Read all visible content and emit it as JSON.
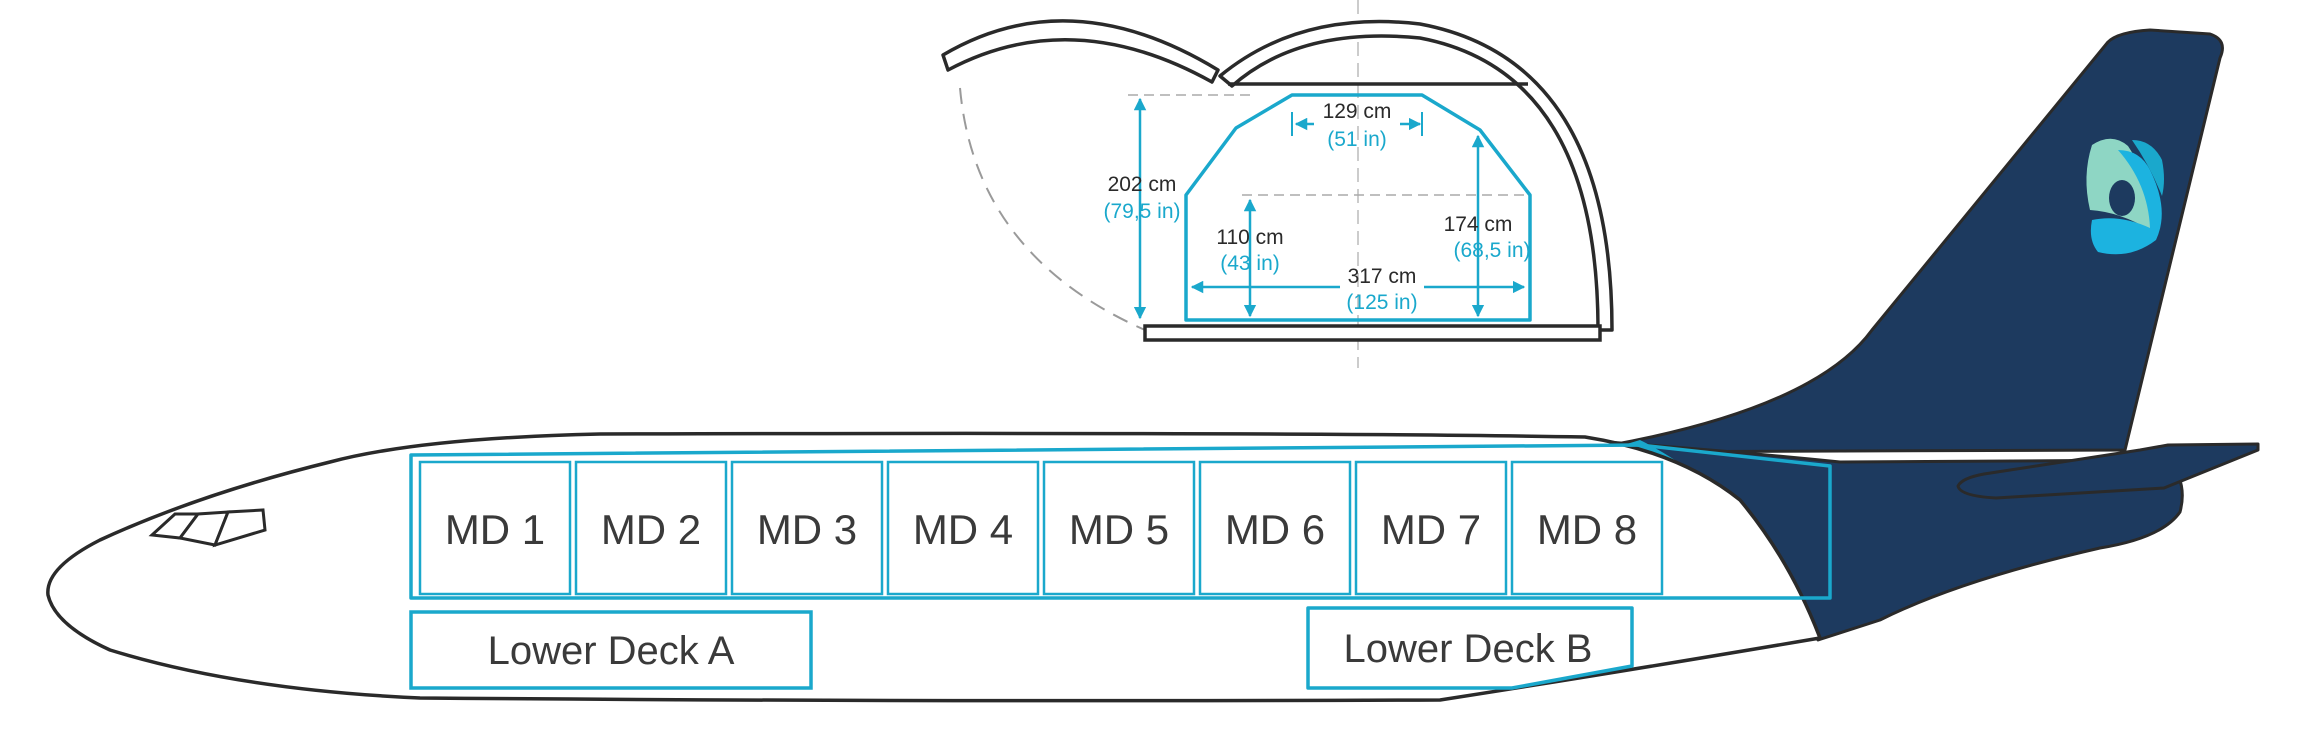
{
  "colors": {
    "accent": "#1aa8cc",
    "tail_navy": "#1d3a5f",
    "outline": "#2a2a2a",
    "logo_mint": "#8ed6c4",
    "logo_cyan": "#1cb3e0"
  },
  "main_deck": {
    "positions": [
      "MD 1",
      "MD 2",
      "MD 3",
      "MD 4",
      "MD 5",
      "MD 6",
      "MD 7",
      "MD 8"
    ]
  },
  "lower_deck": {
    "a_label": "Lower Deck A",
    "b_label": "Lower Deck B"
  },
  "cross_section": {
    "top_width_cm": "129 cm",
    "top_width_in": "(51 in)",
    "total_height_cm": "202 cm",
    "total_height_in": "(79,5 in)",
    "side_height_cm": "110 cm",
    "side_height_in": "(43 in)",
    "inner_height_cm": "174 cm",
    "inner_height_in": "(68,5 in)",
    "base_width_cm": "317 cm",
    "base_width_in": "(125 in)"
  },
  "icons": [
    "airline-logo-icon"
  ]
}
